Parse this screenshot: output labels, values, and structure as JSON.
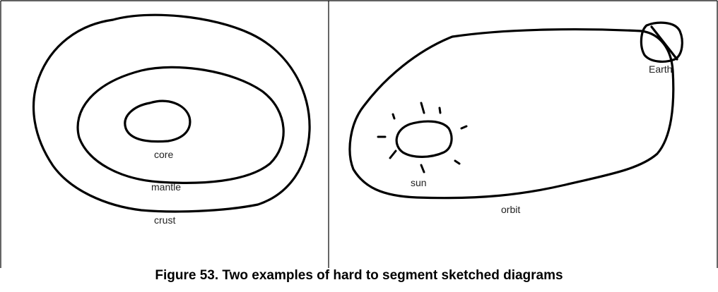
{
  "left_sketch": {
    "labels": {
      "core": "core",
      "mantle": "mantle",
      "crust": "crust"
    }
  },
  "right_sketch": {
    "labels": {
      "earth": "Earth",
      "sun": "sun",
      "orbit": "orbit"
    }
  },
  "caption": "Figure 53. Two examples of hard to segment sketched diagrams",
  "colors": {
    "stroke": "#000000",
    "border": "#000000",
    "background": "#ffffff"
  }
}
